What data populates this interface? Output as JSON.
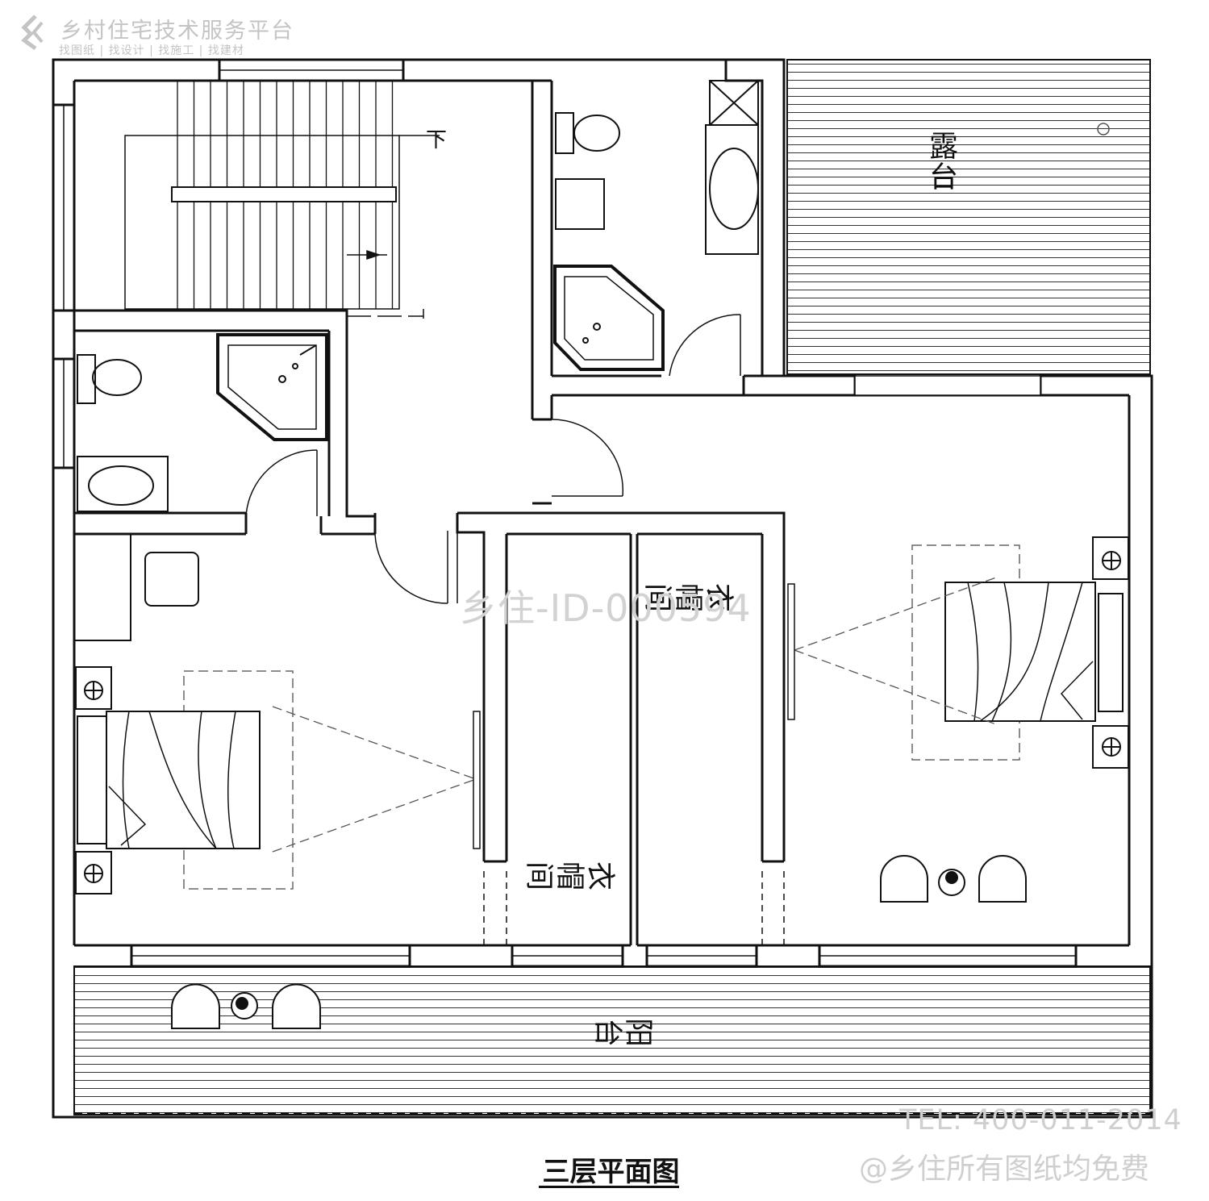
{
  "watermark": {
    "platform_title": "乡村住宅技术服务平台",
    "platform_links": "找图纸 | 找设计 | 找施工 | 找建材",
    "id_text": "乡住-ID-000594",
    "tel": "TEL: 400-011-2014",
    "free_note": "@乡住所有图纸均免费"
  },
  "labels": {
    "terrace": "露台",
    "balcony": "阳台",
    "closet_1": "衣帽间",
    "closet_2": "衣帽间",
    "stair_down": "下"
  },
  "caption": "三层平面图"
}
